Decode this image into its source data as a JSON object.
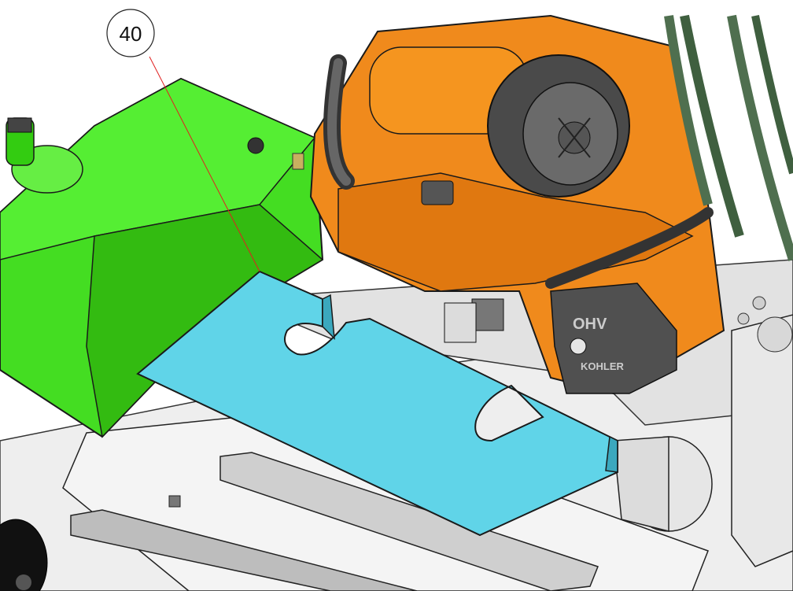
{
  "callout": {
    "number": "40"
  },
  "engine": {
    "label": "OHV",
    "brand": "KOHLER"
  },
  "colors": {
    "heat_shield": "#60d4e8",
    "fuel_tank": "#44dd22",
    "engine_housing": "#f08a1c",
    "frame": "#d9d9d9",
    "leader_line": "#e02020"
  }
}
